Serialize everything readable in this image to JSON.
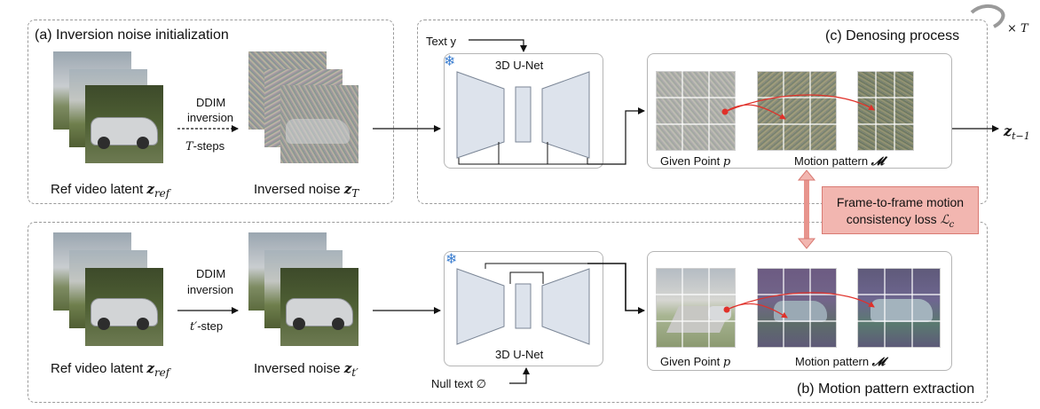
{
  "panels": {
    "inversion": {
      "title": "(a) Inversion noise initialization"
    },
    "denoising": {
      "title": "(c) Denosing process"
    },
    "extraction": {
      "title": "(b) Motion pattern extraction"
    }
  },
  "top_row": {
    "ref_label": "Ref video latent",
    "ref_symbol": "z",
    "ref_sub": "ref",
    "ddim_line1": "DDIM",
    "ddim_line2": "inversion",
    "steps_var": "T",
    "steps_suffix": "-steps",
    "inv_label": "Inversed noise",
    "inv_symbol": "z",
    "inv_sub": "T"
  },
  "bottom_row": {
    "ref_label": "Ref video latent",
    "ref_symbol": "z",
    "ref_sub": "ref",
    "ddim_line1": "DDIM",
    "ddim_line2": "inversion",
    "steps_var": "t′",
    "steps_suffix": "-step",
    "inv_label": "Inversed noise",
    "inv_symbol": "z",
    "inv_sub": "t′"
  },
  "unet": {
    "top_label": "3D U-Net",
    "bottom_label": "3D U-Net",
    "text_input": "Text y",
    "null_text": "Null text ∅",
    "frozen_icon": "snowflake-icon"
  },
  "motion": {
    "given_point_top": "Given Point",
    "given_point_var": "p",
    "pattern_top": "Motion pattern",
    "pattern_top_symbol": "𝓜′",
    "given_point_bottom": "Given Point",
    "pattern_bottom": "Motion pattern",
    "pattern_bottom_symbol": "𝓜"
  },
  "loss": {
    "line1": "Frame-to-frame motion",
    "line2": "consistency loss",
    "symbol": "ℒ",
    "sub": "c"
  },
  "output": {
    "symbol": "z",
    "sub": "t−1"
  },
  "repeat": {
    "label": "× T"
  },
  "colors": {
    "unet_fill": "#dde3ec",
    "unet_stroke": "#7b8696",
    "loss_fill": "#f2b6b0",
    "arrow_red": "#e0312a"
  }
}
